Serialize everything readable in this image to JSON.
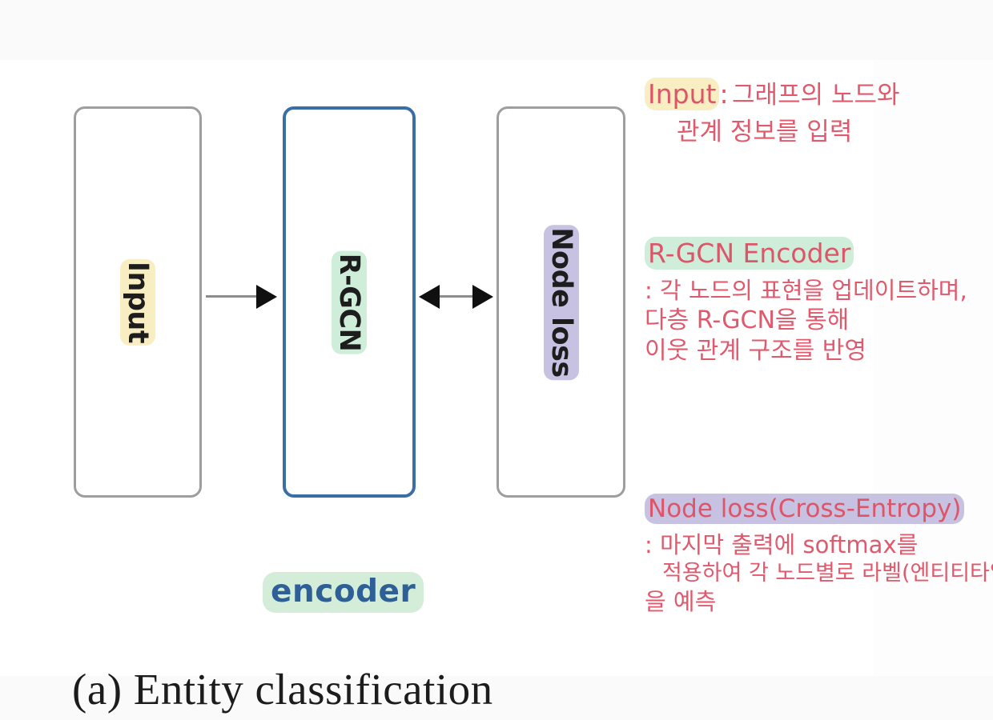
{
  "figure": {
    "caption": "(a) Entity classification",
    "encoder_label": "encoder",
    "boxes": [
      {
        "id": "input",
        "label": "Input",
        "border_color": "#9e9e9e",
        "highlight": "#f8eec2"
      },
      {
        "id": "rgcn",
        "label": "R-GCN",
        "border_color": "#3a6ea5",
        "highlight": "#cfeeda"
      },
      {
        "id": "node-loss",
        "label": "Node loss",
        "border_color": "#9e9e9e",
        "highlight": "#c8c2e2"
      }
    ],
    "arrows": [
      {
        "id": "input-to-rgcn",
        "type": "single",
        "direction": "right"
      },
      {
        "id": "rgcn-to-nodeloss",
        "type": "double",
        "direction": "both"
      }
    ]
  },
  "notes": [
    {
      "id": "note-input",
      "heading": "Input",
      "heading_highlight": "#f8eec2",
      "colon": ":",
      "lines": [
        "그래프의 노드와",
        "관계 정보를 입력"
      ]
    },
    {
      "id": "note-encoder",
      "heading": "R-GCN Encoder",
      "heading_highlight": "#cfeeda",
      "colon": "",
      "lines": [
        ": 각 노드의 표현을 업데이트하며,",
        "다층 R-GCN을 통해",
        "이웃 관계 구조를 반영"
      ]
    },
    {
      "id": "note-node-loss",
      "heading": "Node loss(Cross-Entropy)",
      "heading_highlight": "#c8c2e2",
      "colon": "",
      "lines": [
        ": 마지막 출력에 softmax를",
        "적용하여 각 노드별로 라벨(엔티티타입)",
        "을 예측"
      ]
    }
  ],
  "colors": {
    "handwriting": "#dd5568",
    "encoder_text": "#2e5f96",
    "box_gray": "#9e9e9e",
    "box_blue": "#3a6ea5",
    "page_background": "#fafafa",
    "paper": "#ffffff"
  }
}
